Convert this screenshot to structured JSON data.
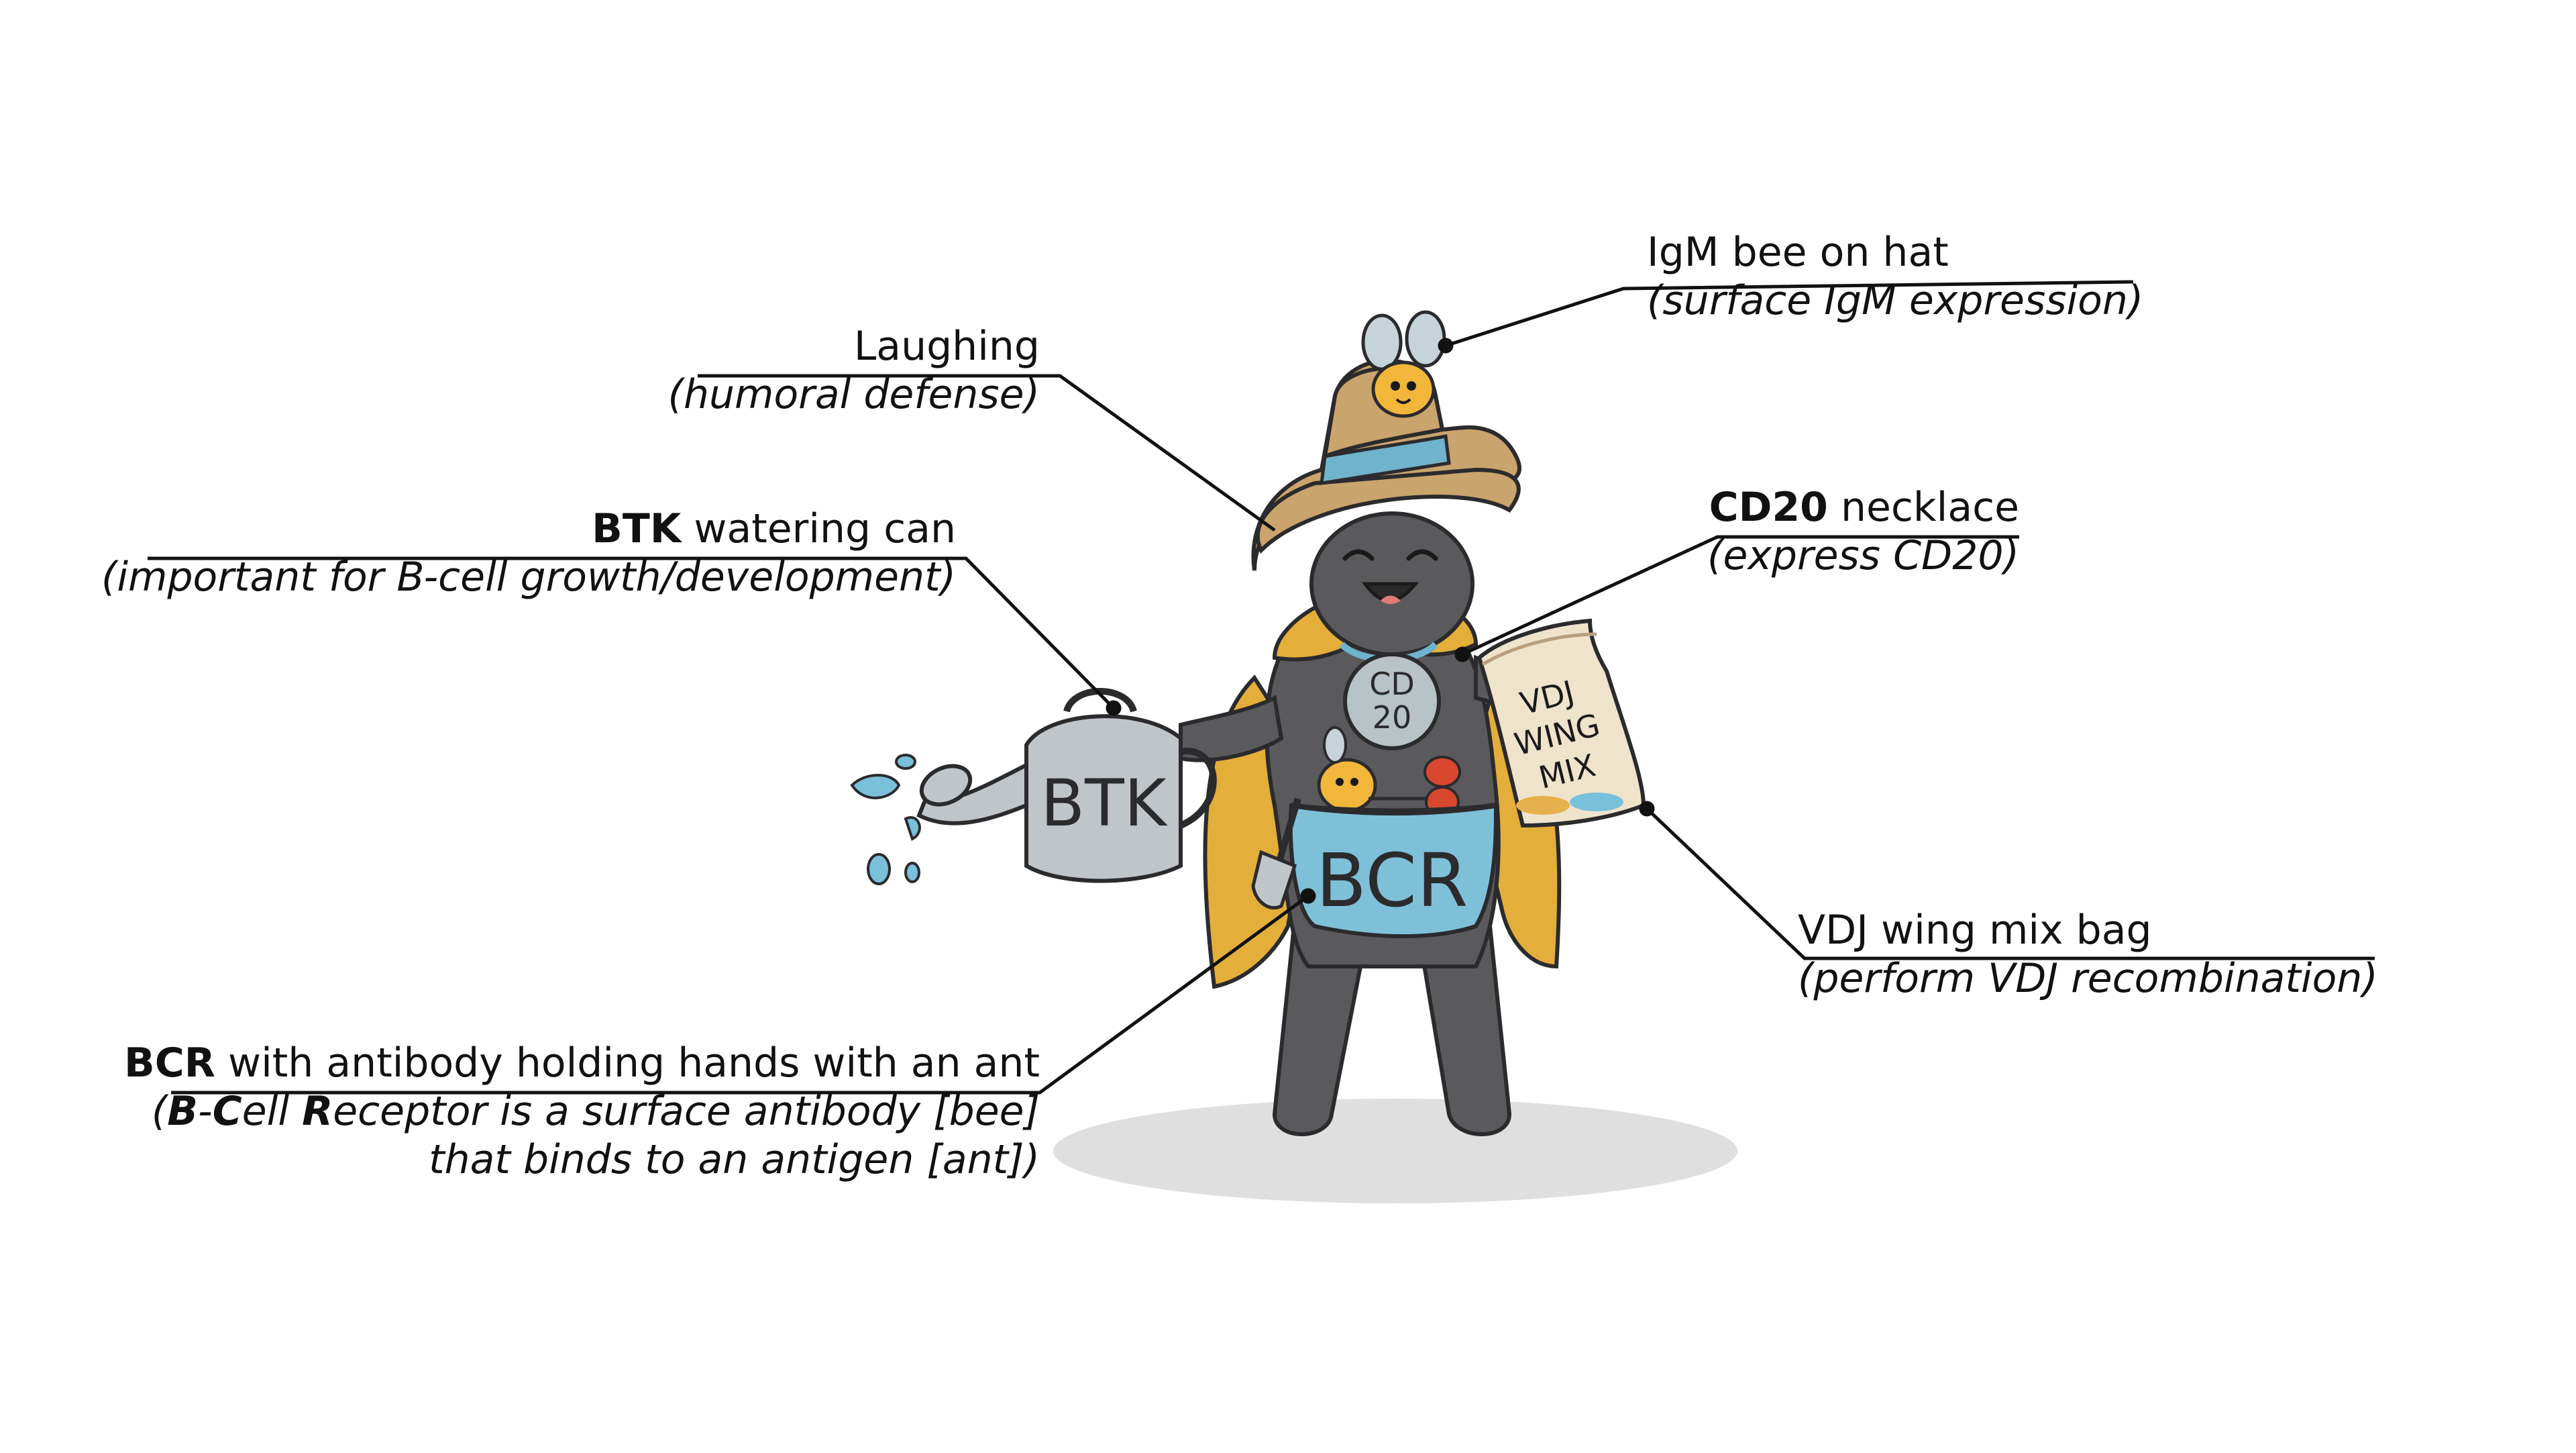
{
  "colors": {
    "body": "#5a5a5c",
    "body_outline": "#2b2b2d",
    "hat": "#c9a46c",
    "hat_band": "#6fb3cc",
    "cape": "#e3ae3a",
    "pouch": "#7fc0d9",
    "can": "#bfc5c9",
    "water": "#79c0da",
    "bag": "#efe3cc",
    "bee": "#f2b63a",
    "ant": "#d9472e",
    "leader_line": "#111111"
  },
  "illustration": {
    "can_text": "BTK",
    "necklace_text_line1": "CD",
    "necklace_text_line2": "20",
    "pouch_text": "BCR",
    "bag_text_line1": "VDJ",
    "bag_text_line2": "WING",
    "bag_text_line3": "MIX"
  },
  "annotations": {
    "igm": {
      "title": "IgM bee on hat",
      "sub": "(surface IgM expression)"
    },
    "laughing": {
      "title": "Laughing",
      "sub": "(humoral defense)"
    },
    "btk": {
      "title_bold": "BTK",
      "title_rest": " watering can",
      "sub": "(important for B-cell growth/development)"
    },
    "cd20": {
      "title_bold": "CD20",
      "title_rest": " necklace",
      "sub": "(express CD20)"
    },
    "vdj": {
      "title": "VDJ wing mix bag",
      "sub": "(perform VDJ recombination)"
    },
    "bcr": {
      "title_bold": "BCR",
      "title_rest": " with antibody holding hands with an ant",
      "sub1_open": "(",
      "sub1_b": "B",
      "sub1_dash": "-",
      "sub1_c": "C",
      "sub1_ell": "ell ",
      "sub1_r": "R",
      "sub1_rest": "eceptor is a surface antibody [bee]",
      "sub2": "that binds to an antigen [ant])"
    }
  }
}
